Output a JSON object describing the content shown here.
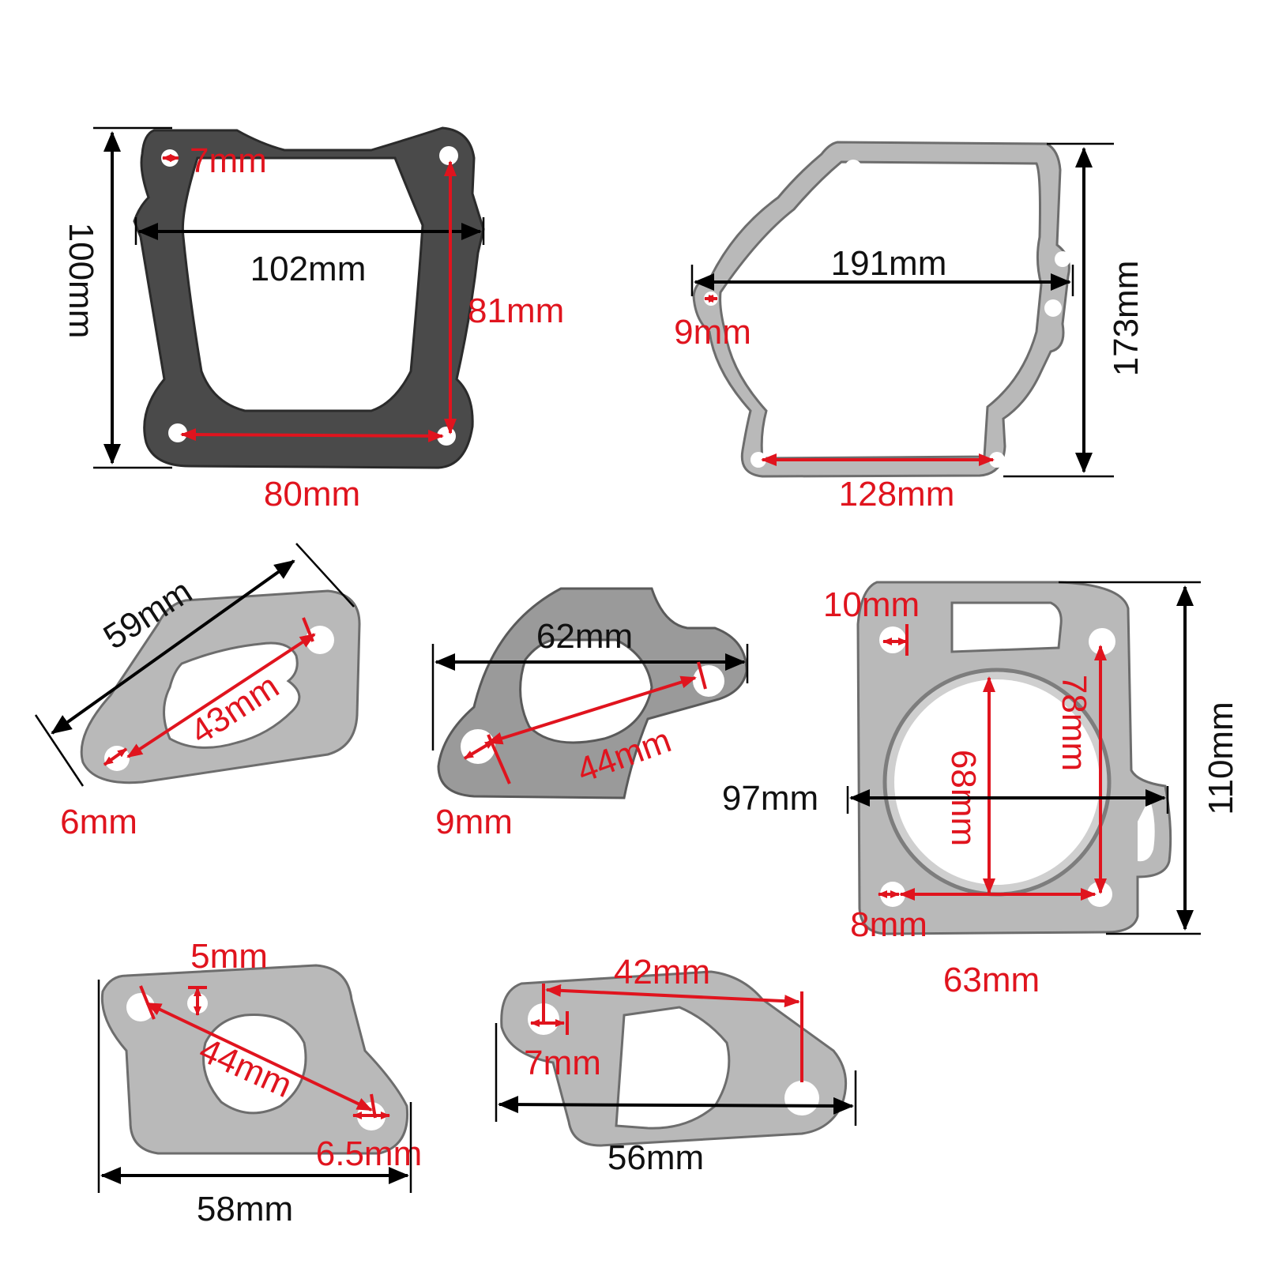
{
  "gaskets": {
    "valve_cover": {
      "hole_label": "7mm",
      "width_label": "102mm",
      "height_label": "100mm",
      "hole_span_v_label": "81mm",
      "hole_span_h_label": "80mm"
    },
    "crankcase": {
      "width_label": "191mm",
      "height_label": "173mm",
      "hole_label": "9mm",
      "hole_span_label": "128mm"
    },
    "carb_insulator_a": {
      "length_label": "59mm",
      "hole_span_label": "43mm",
      "hole_label": "6mm"
    },
    "carb_insulator_b": {
      "width_label": "62mm",
      "hole_span_label": "44mm",
      "hole_label": "9mm"
    },
    "cylinder_head": {
      "small_hole_label": "10mm",
      "bolt_span_v_label": "78mm",
      "bore_label": "68mm",
      "width_label": "97mm",
      "height_label": "110mm",
      "hole_label": "8mm",
      "bolt_span_h_label": "63mm"
    },
    "intake_a": {
      "small_hole_label": "5mm",
      "hole_span_label": "44mm",
      "hole_label": "6.5mm",
      "width_label": "58mm"
    },
    "intake_b": {
      "hole_span_label": "42mm",
      "hole_label": "7mm",
      "width_label": "56mm"
    }
  },
  "colors": {
    "dimension_red": "#e0141e",
    "dimension_black": "#000000",
    "gasket_dark": "#4a4a4a",
    "gasket_light": "#b9b9b9"
  }
}
